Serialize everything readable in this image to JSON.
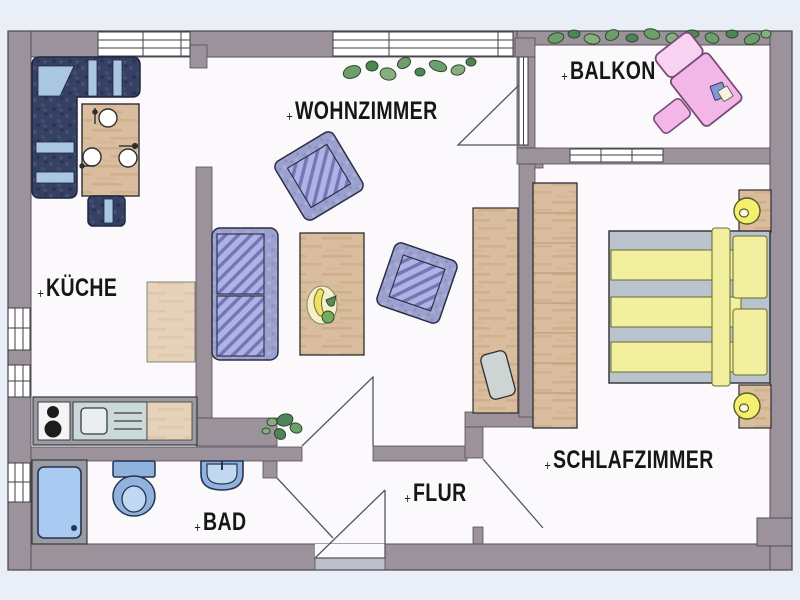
{
  "plan": {
    "type": "apartment-floor-plan",
    "rooms": [
      {
        "id": "wohnzimmer",
        "label": "WOHNZIMMER"
      },
      {
        "id": "balkon",
        "label": "BALKON"
      },
      {
        "id": "kueche",
        "label": "KÜCHE"
      },
      {
        "id": "schlafzimmer",
        "label": "SCHLAFZIMMER"
      },
      {
        "id": "bad",
        "label": "BAD"
      },
      {
        "id": "flur",
        "label": "FLUR"
      }
    ],
    "furniture": [
      "corner-bench",
      "dining-table",
      "dining-bench",
      "kitchen-counter",
      "stove",
      "kitchen-sink",
      "sofa",
      "armchair-1",
      "armchair-2",
      "coffee-table",
      "fruit-bowl",
      "desk",
      "desk-chair",
      "wardrobe",
      "double-bed",
      "nightstand-top",
      "nightstand-bottom",
      "bedside-lamp-top",
      "bedside-lamp-bottom",
      "sun-lounger",
      "shower",
      "toilet",
      "bathroom-sink",
      "balcony-plants",
      "livingroom-plants",
      "hall-plant"
    ],
    "palette": {
      "wall": "#9c929c",
      "floor": "#fcf9fc",
      "background": "#eaeef7",
      "wood": "#d9bd9e",
      "sofa_blue": "#a9aede",
      "bench_navy": "#354063",
      "bed_yellow": "#f2ef9e",
      "mattress_gray": "#b9c3ce",
      "lounger_pink": "#f2b7e7",
      "fixture_blue": "#8fb3dd",
      "plant_green": "#6f9e6d",
      "lamp_yellow": "#f3ef70"
    }
  }
}
